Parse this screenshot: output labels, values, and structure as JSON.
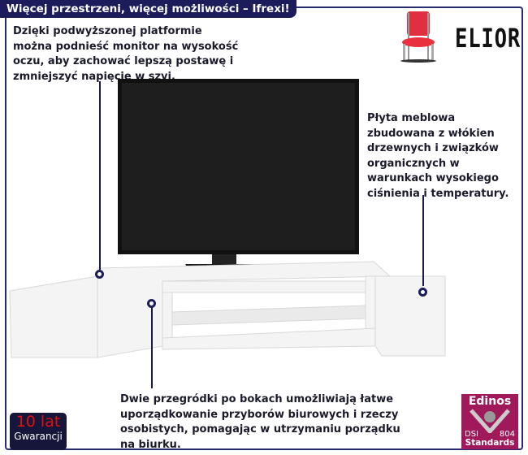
{
  "title": "Więcej przestrzeni, więcej możliwości – Ifrexi!",
  "brand": "ELIOR",
  "texts": {
    "top_left": "Dzięki  podwyższonej platformie\nmożna podnieść monitor na wysokość\noczu, aby zachować lepszą postawę i\nzmniejszyć napięcie w szyi.",
    "right": "Płyta meblowa\nzbudowana z włókien\ndrzewnych i związków\norganicznych w\nwarunkach wysokiego\nciśnienia i temperatury.",
    "bottom": "Dwie przegródki po bokach umożliwiają łatwe\nuporządkowanie przyborów biurowych i rzeczy\nosobistych, pomagając w utrzymaniu porządku\nna biurku."
  },
  "warranty": {
    "years": "10 lat",
    "label": "Gwarancji"
  },
  "certificate": {
    "name": "Edinos",
    "left": "DSI",
    "right": "804",
    "bottom": "Standards"
  },
  "colors": {
    "navy": "#1c1c5a",
    "red": "#e01010",
    "magenta": "#a0195a"
  }
}
